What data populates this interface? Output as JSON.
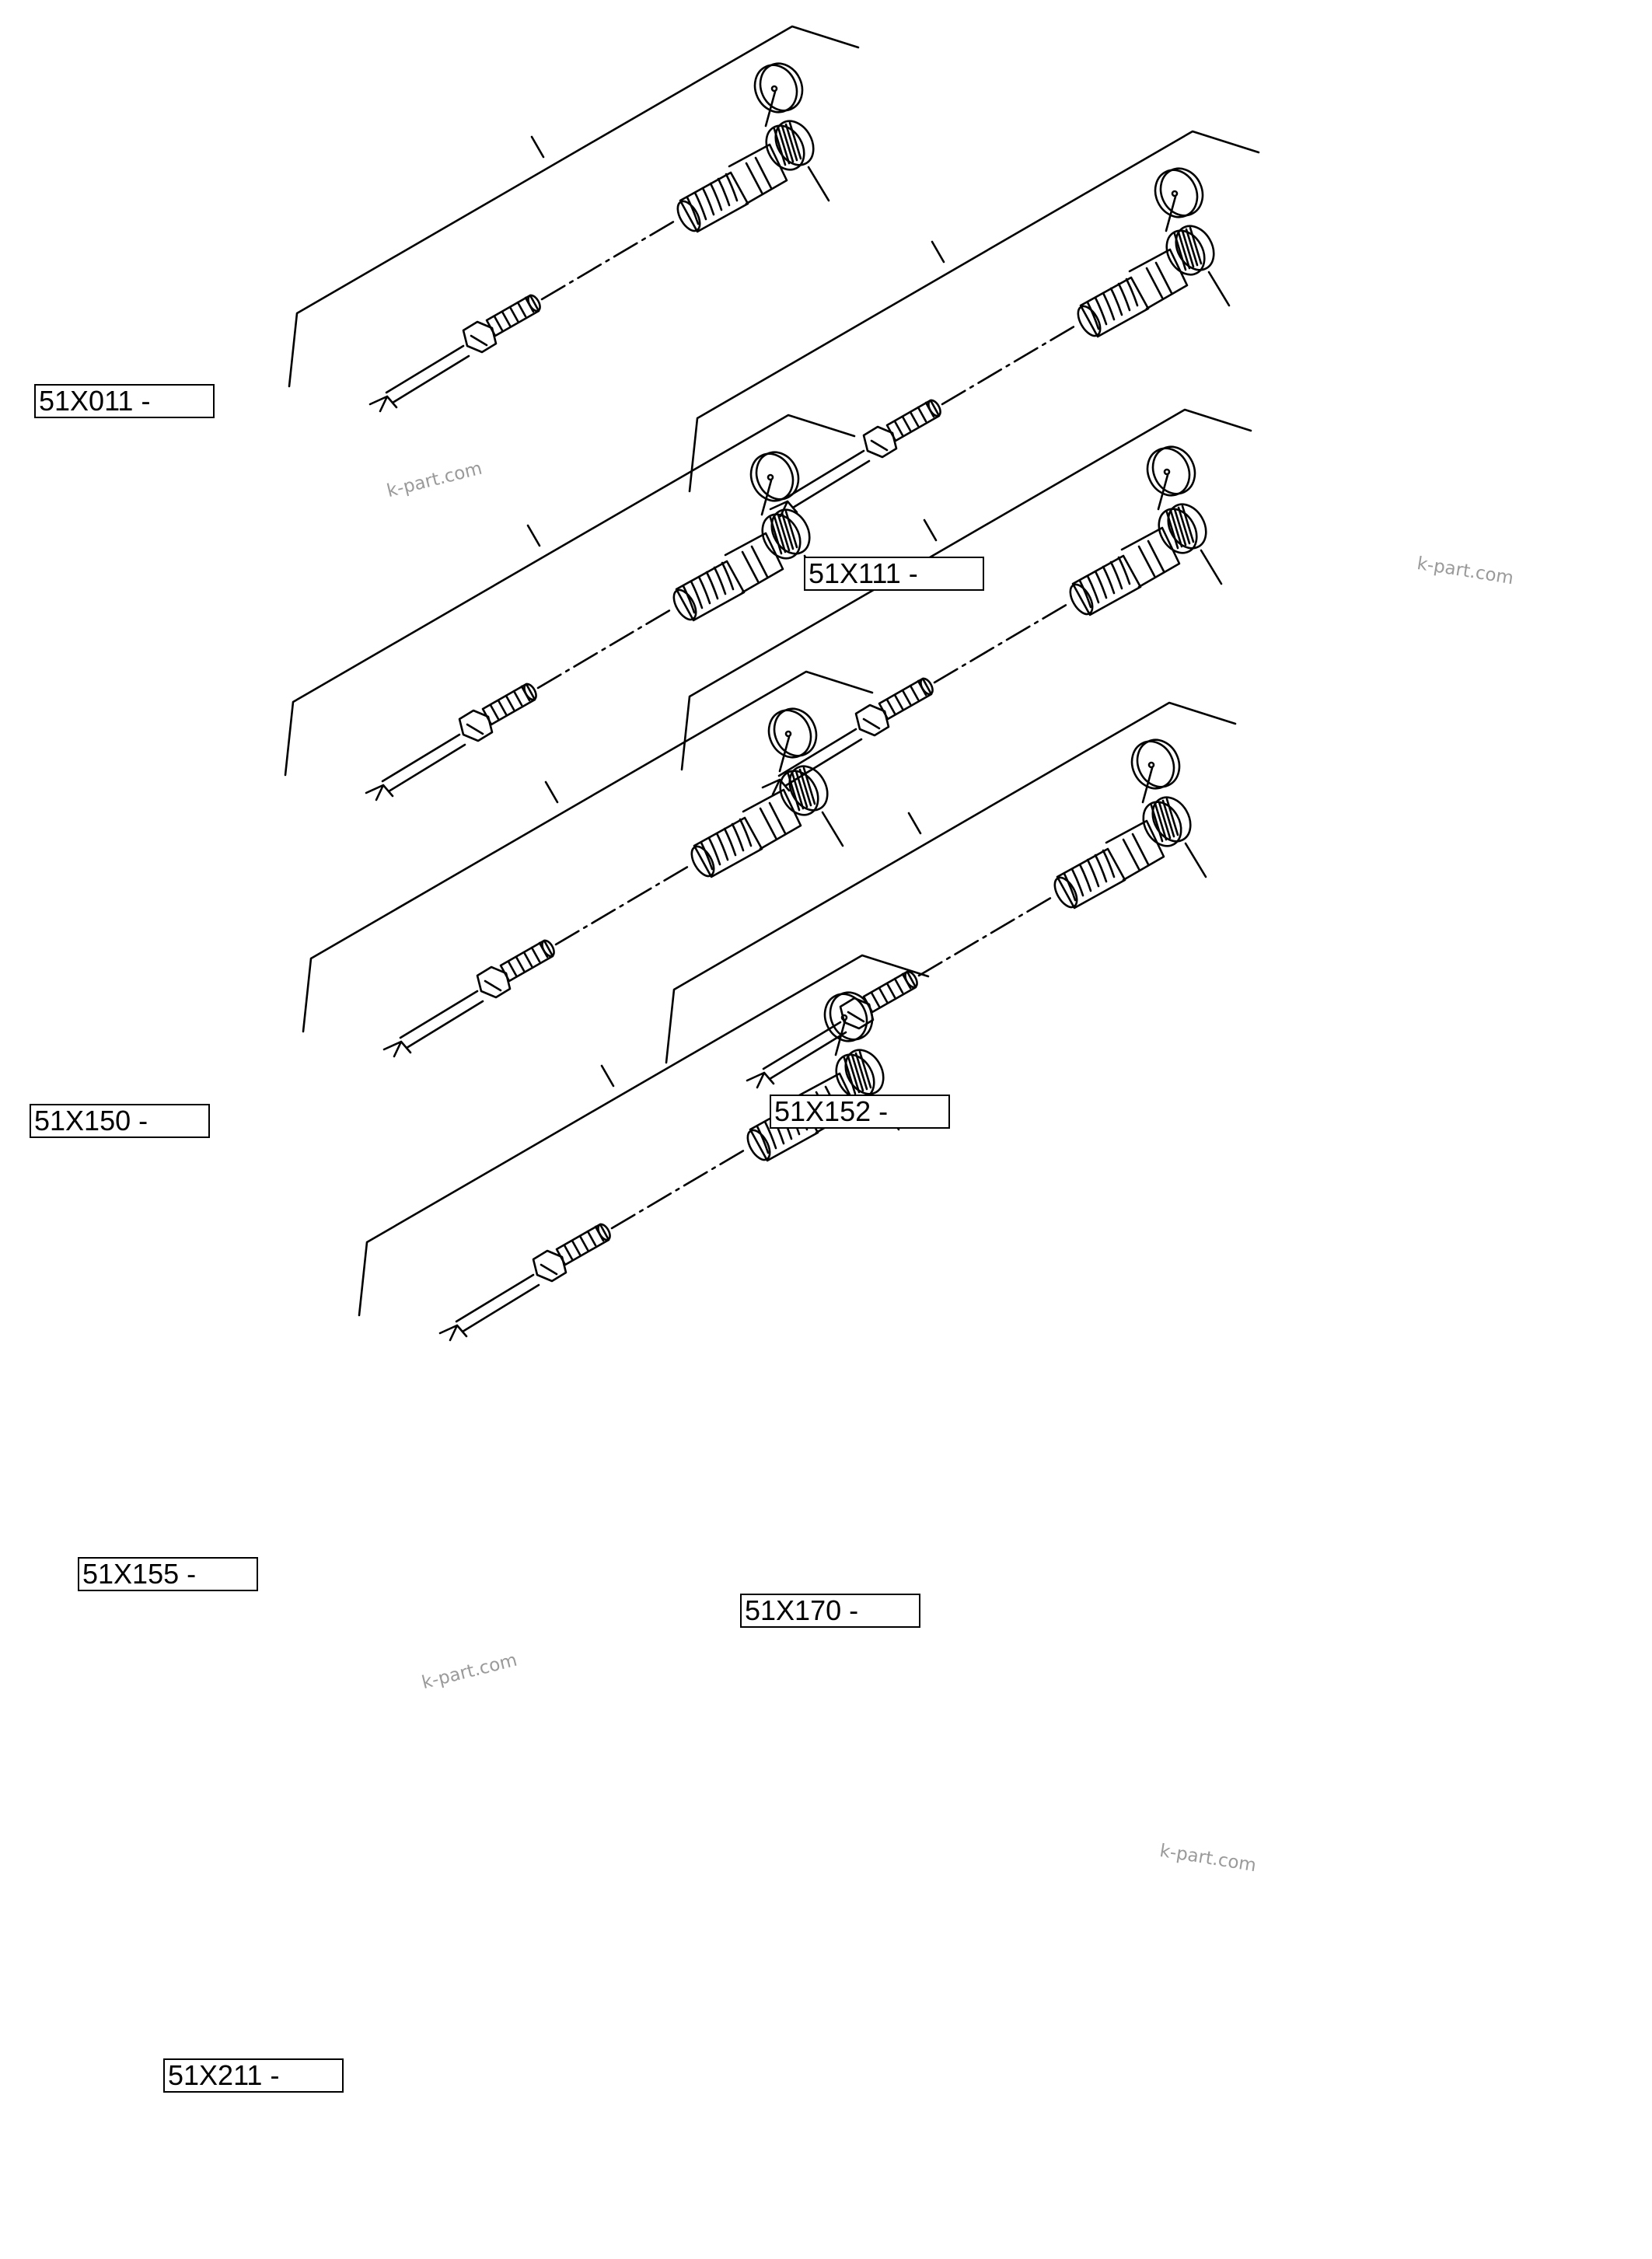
{
  "labels": [
    {
      "id": "51x011",
      "text": "51X011 -"
    },
    {
      "id": "51x111",
      "text": "51X111 -"
    },
    {
      "id": "51x150",
      "text": "51X150 -"
    },
    {
      "id": "51x152",
      "text": "51X152 -"
    },
    {
      "id": "51x155",
      "text": "51X155 -"
    },
    {
      "id": "51x170",
      "text": "51X170 -"
    },
    {
      "id": "51x211",
      "text": "51X211 -"
    }
  ],
  "watermarks": [
    "k-part.com",
    "k-part.com",
    "k-part.com",
    "k-part.com"
  ],
  "colors": {
    "line": "#000000",
    "background": "#ffffff",
    "watermark": "#9a9a9a"
  }
}
